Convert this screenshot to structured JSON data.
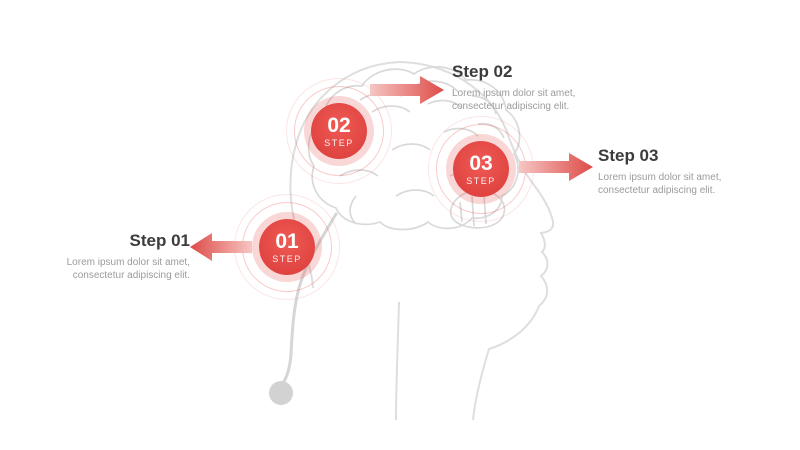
{
  "slide": {
    "background": "#ffffff"
  },
  "colors": {
    "accent": "#e0433f",
    "arrow_tip": "#dd4b47",
    "arrow_tail": "#f6c6c3",
    "heading_text": "#3c3c3c",
    "body_text": "#9b9b9b",
    "silhouette_gray": "#dcdcdc"
  },
  "steps": [
    {
      "number": "01",
      "badge": "STEP",
      "title": "Step 01",
      "description_line1": "Lorem ipsum dolor sit amet,",
      "description_line2": "consectetur adipiscing elit."
    },
    {
      "number": "02",
      "badge": "STEP",
      "title": "Step 02",
      "description_line1": "Lorem ipsum dolor sit amet,",
      "description_line2": "consectetur adipiscing elit."
    },
    {
      "number": "03",
      "badge": "STEP",
      "title": "Step 03",
      "description_line1": "Lorem ipsum dolor sit amet,",
      "description_line2": "consectetur adipiscing elit."
    }
  ]
}
